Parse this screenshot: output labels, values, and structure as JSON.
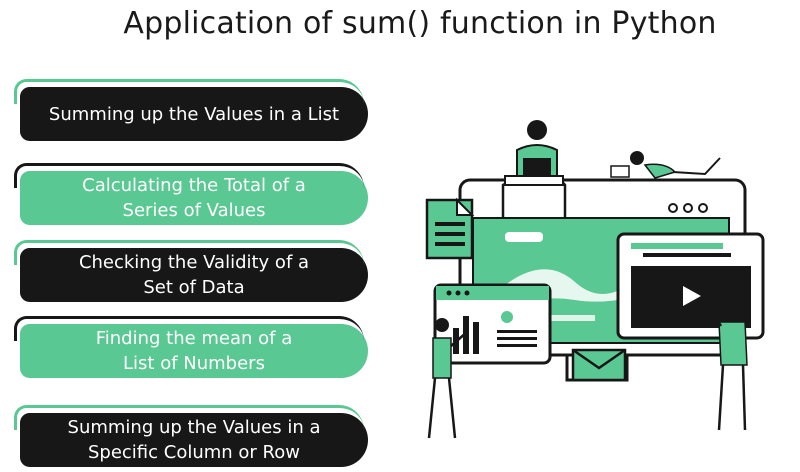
{
  "title": "Application of sum() function in Python",
  "applications": [
    {
      "text": "Summing up the Values in a List",
      "style": "dark"
    },
    {
      "text": "Calculating the Total of a\nSeries of Values",
      "style": "green"
    },
    {
      "text": "Checking the Validity of a\nSet of Data",
      "style": "dark"
    },
    {
      "text": "Finding the mean of a\nList of Numbers",
      "style": "green"
    },
    {
      "text": "Summing up the Values in a\nSpecific Column or Row",
      "style": "dark"
    }
  ],
  "colors": {
    "accent_green": "#5ac893",
    "dark": "#171717",
    "text_light": "#ffffff"
  },
  "illustration": {
    "icons": [
      "document-icon",
      "play-icon",
      "envelope-icon",
      "bar-chart-icon",
      "laptop-icon",
      "window-dots-icon"
    ]
  }
}
